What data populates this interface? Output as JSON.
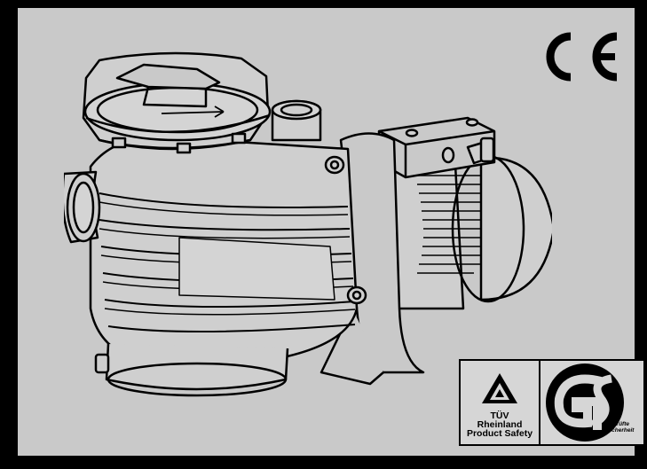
{
  "marks": {
    "ce_icon": "ce-mark-icon",
    "tuv_icon": "tuv-triangle-icon",
    "gs_icon": "gs-logo-icon"
  },
  "certification": {
    "tuv_lines": [
      "TÜV",
      "Rheinland",
      "Product Safety"
    ],
    "gs_lines": [
      "geprüfte",
      "Sicherheit"
    ]
  },
  "colors": {
    "background": "#c9c9c9",
    "frame": "#000000"
  }
}
